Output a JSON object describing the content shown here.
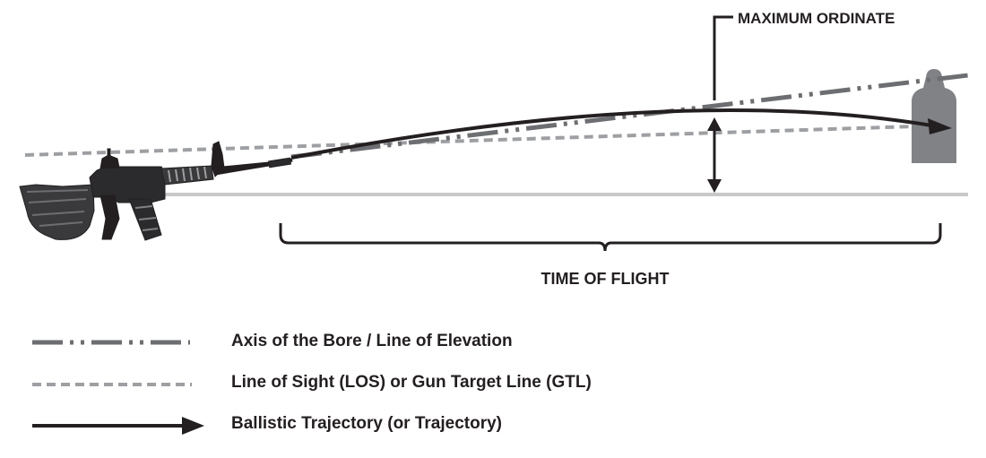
{
  "annotations": {
    "maximum_ordinate": "MAXIMUM ORDINATE",
    "time_of_flight": "TIME OF FLIGHT"
  },
  "legend": {
    "bore": "Axis of the Bore / Line of Elevation",
    "los": "Line of Sight (LOS) or Gun Target Line (GTL)",
    "trajectory": "Ballistic Trajectory (or Trajectory)"
  },
  "colors": {
    "ink": "#231f20",
    "bore_line": "#6d6e71",
    "los_line": "#9d9fa2",
    "ground": "#c7c8ca",
    "target": "#808285"
  }
}
